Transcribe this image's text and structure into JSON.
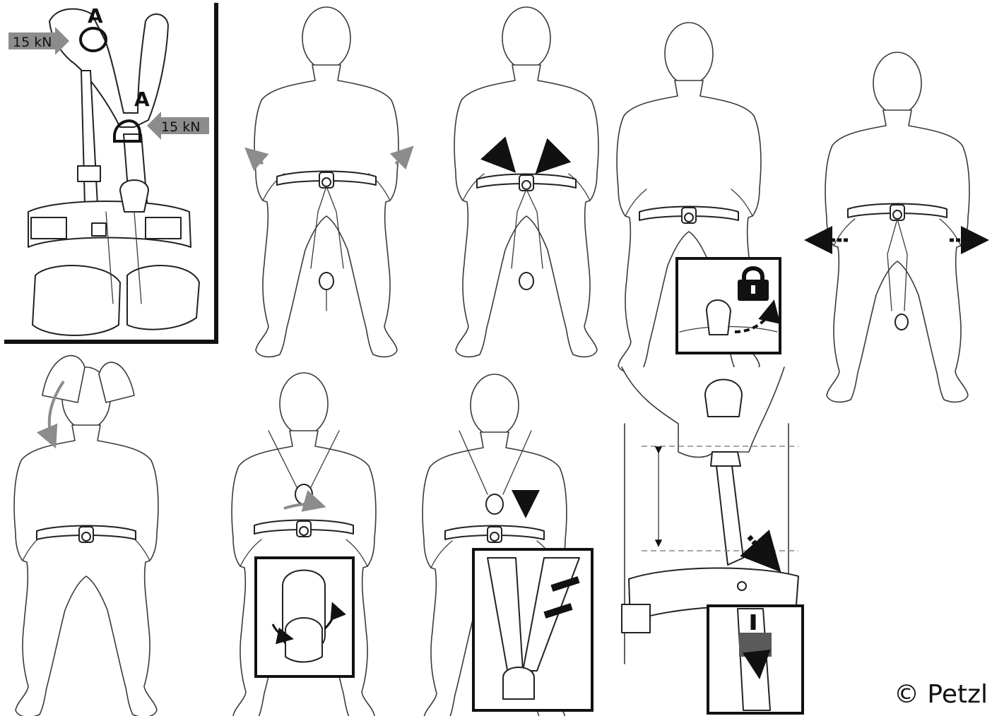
{
  "labels": {
    "anchor_top": "A",
    "anchor_front": "A",
    "force_top": "15 kN",
    "force_front": "15 kN"
  },
  "copyright": "© Petzl",
  "colors": {
    "line": "#3a3a3a",
    "arrow_gray": "#8c8c8c",
    "arrow_black": "#111111",
    "buckle_gray": "#5a5a5a"
  },
  "icons": {
    "lock": "padlock-icon"
  }
}
